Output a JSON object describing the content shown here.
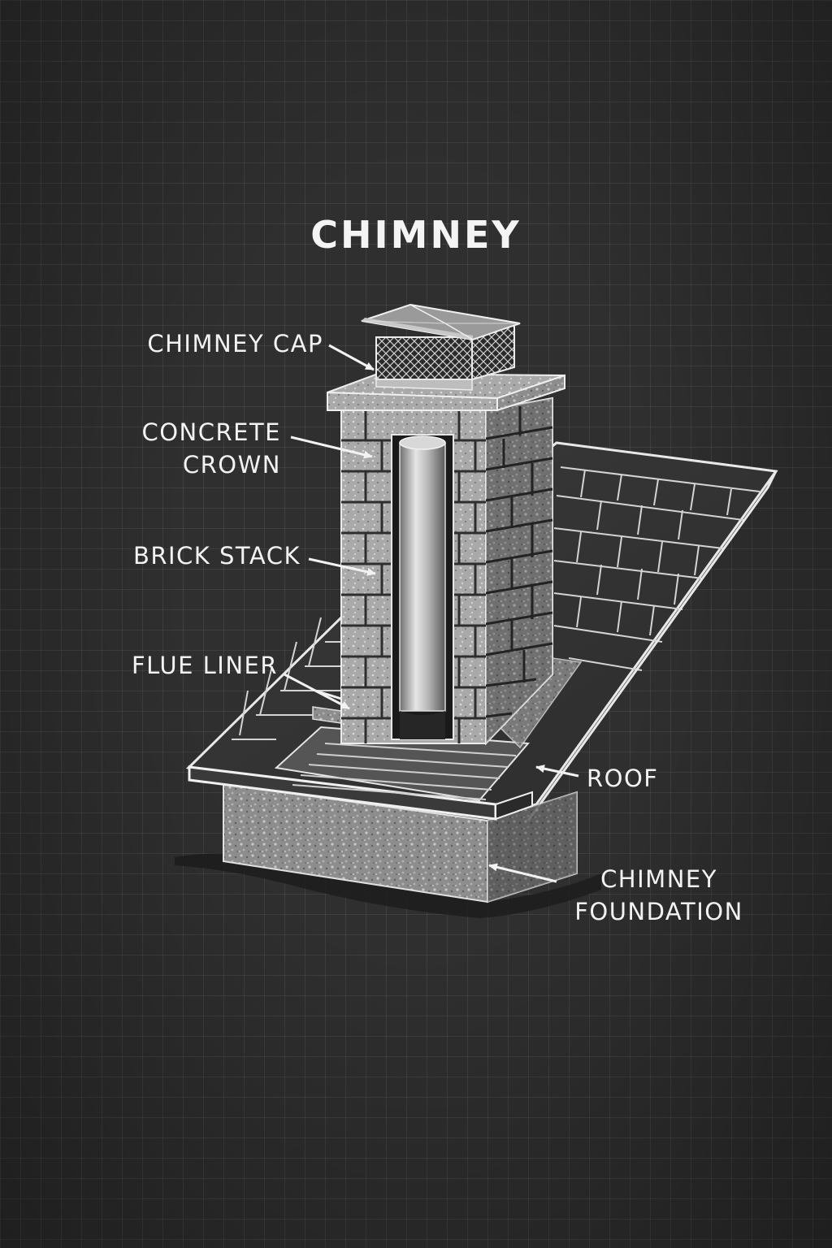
{
  "title": "CHIMNEY",
  "labels": {
    "chimney_cap": "CHIMNEY CAP",
    "concrete_crown_line1": "CONCRETE",
    "concrete_crown_line2": "CROWN",
    "brick_stack": "BRICK STACK",
    "flue_liner": "FLUE LINER",
    "roof": "ROOF",
    "foundation_line1": "CHIMNEY",
    "foundation_line2": "FOUNDATION"
  },
  "colors": {
    "background": "#2f2f2f",
    "grid": "#3d3d3d",
    "ink": "#f2f2f2",
    "stone": "#8a8a8a",
    "shadow": "#1a1a1a"
  }
}
